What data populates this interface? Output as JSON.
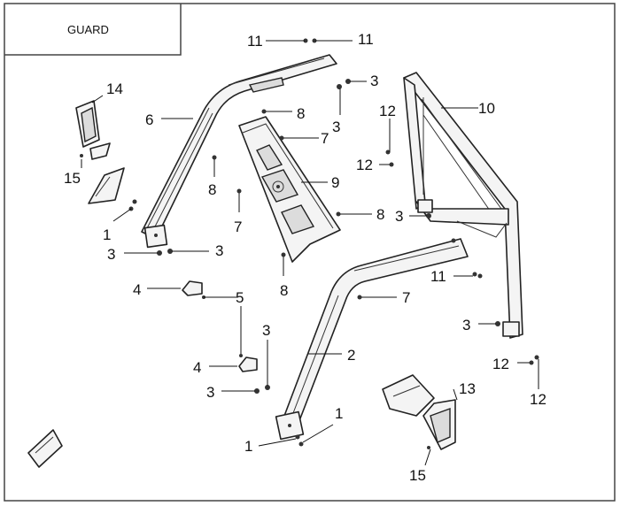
{
  "title": "GUARD",
  "callouts": {
    "c1a": "1",
    "c1b": "1",
    "c1c": "1",
    "c2": "2",
    "c3a": "3",
    "c3b": "3",
    "c3c": "3",
    "c3d": "3",
    "c3e": "3",
    "c3f": "3",
    "c3g": "3",
    "c3h": "3",
    "c4a": "4",
    "c4b": "4",
    "c5": "5",
    "c6": "6",
    "c7a": "7",
    "c7b": "7",
    "c7c": "7",
    "c8a": "8",
    "c8b": "8",
    "c8c": "8",
    "c8d": "8",
    "c9": "9",
    "c10": "10",
    "c11a": "11",
    "c11b": "11",
    "c11c": "11",
    "c12a": "12",
    "c12b": "12",
    "c12c": "12",
    "c12d": "12",
    "c13": "13",
    "c14": "14",
    "c15a": "15",
    "c15b": "15"
  },
  "colors": {
    "line": "#222222",
    "frame": "#444444",
    "background": "#ffffff"
  }
}
